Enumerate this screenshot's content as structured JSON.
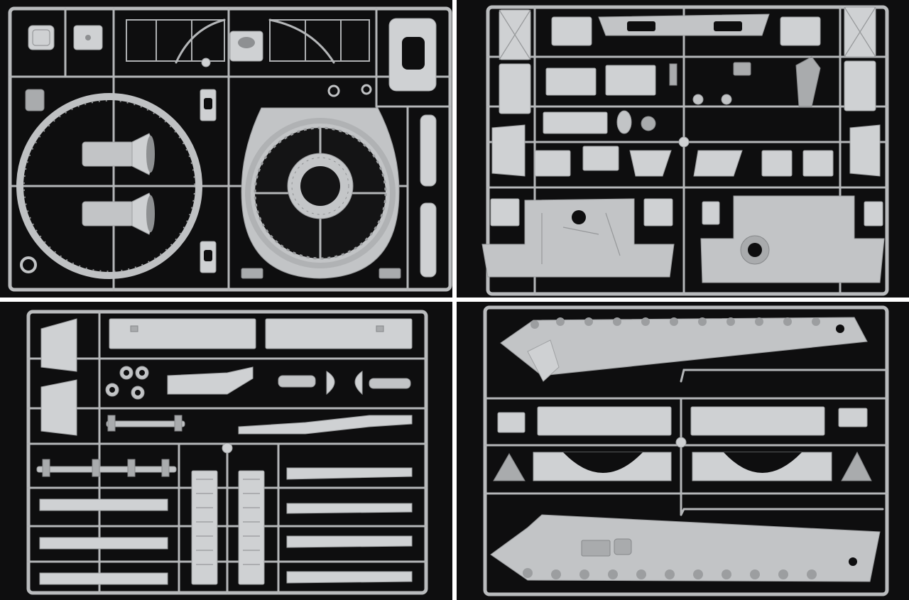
{
  "photos": [
    {
      "subject": "sprue-a",
      "main_color": "#c2c4c6",
      "background": "#0e0e0f"
    },
    {
      "subject": "sprue-b",
      "main_color": "#c2c4c6",
      "background": "#0e0e0f"
    },
    {
      "subject": "sprue-c",
      "main_color": "#c2c4c6",
      "background": "#0e0e0f"
    },
    {
      "subject": "sprue-d",
      "main_color": "#c2c4c6",
      "background": "#0e0e0f"
    }
  ]
}
